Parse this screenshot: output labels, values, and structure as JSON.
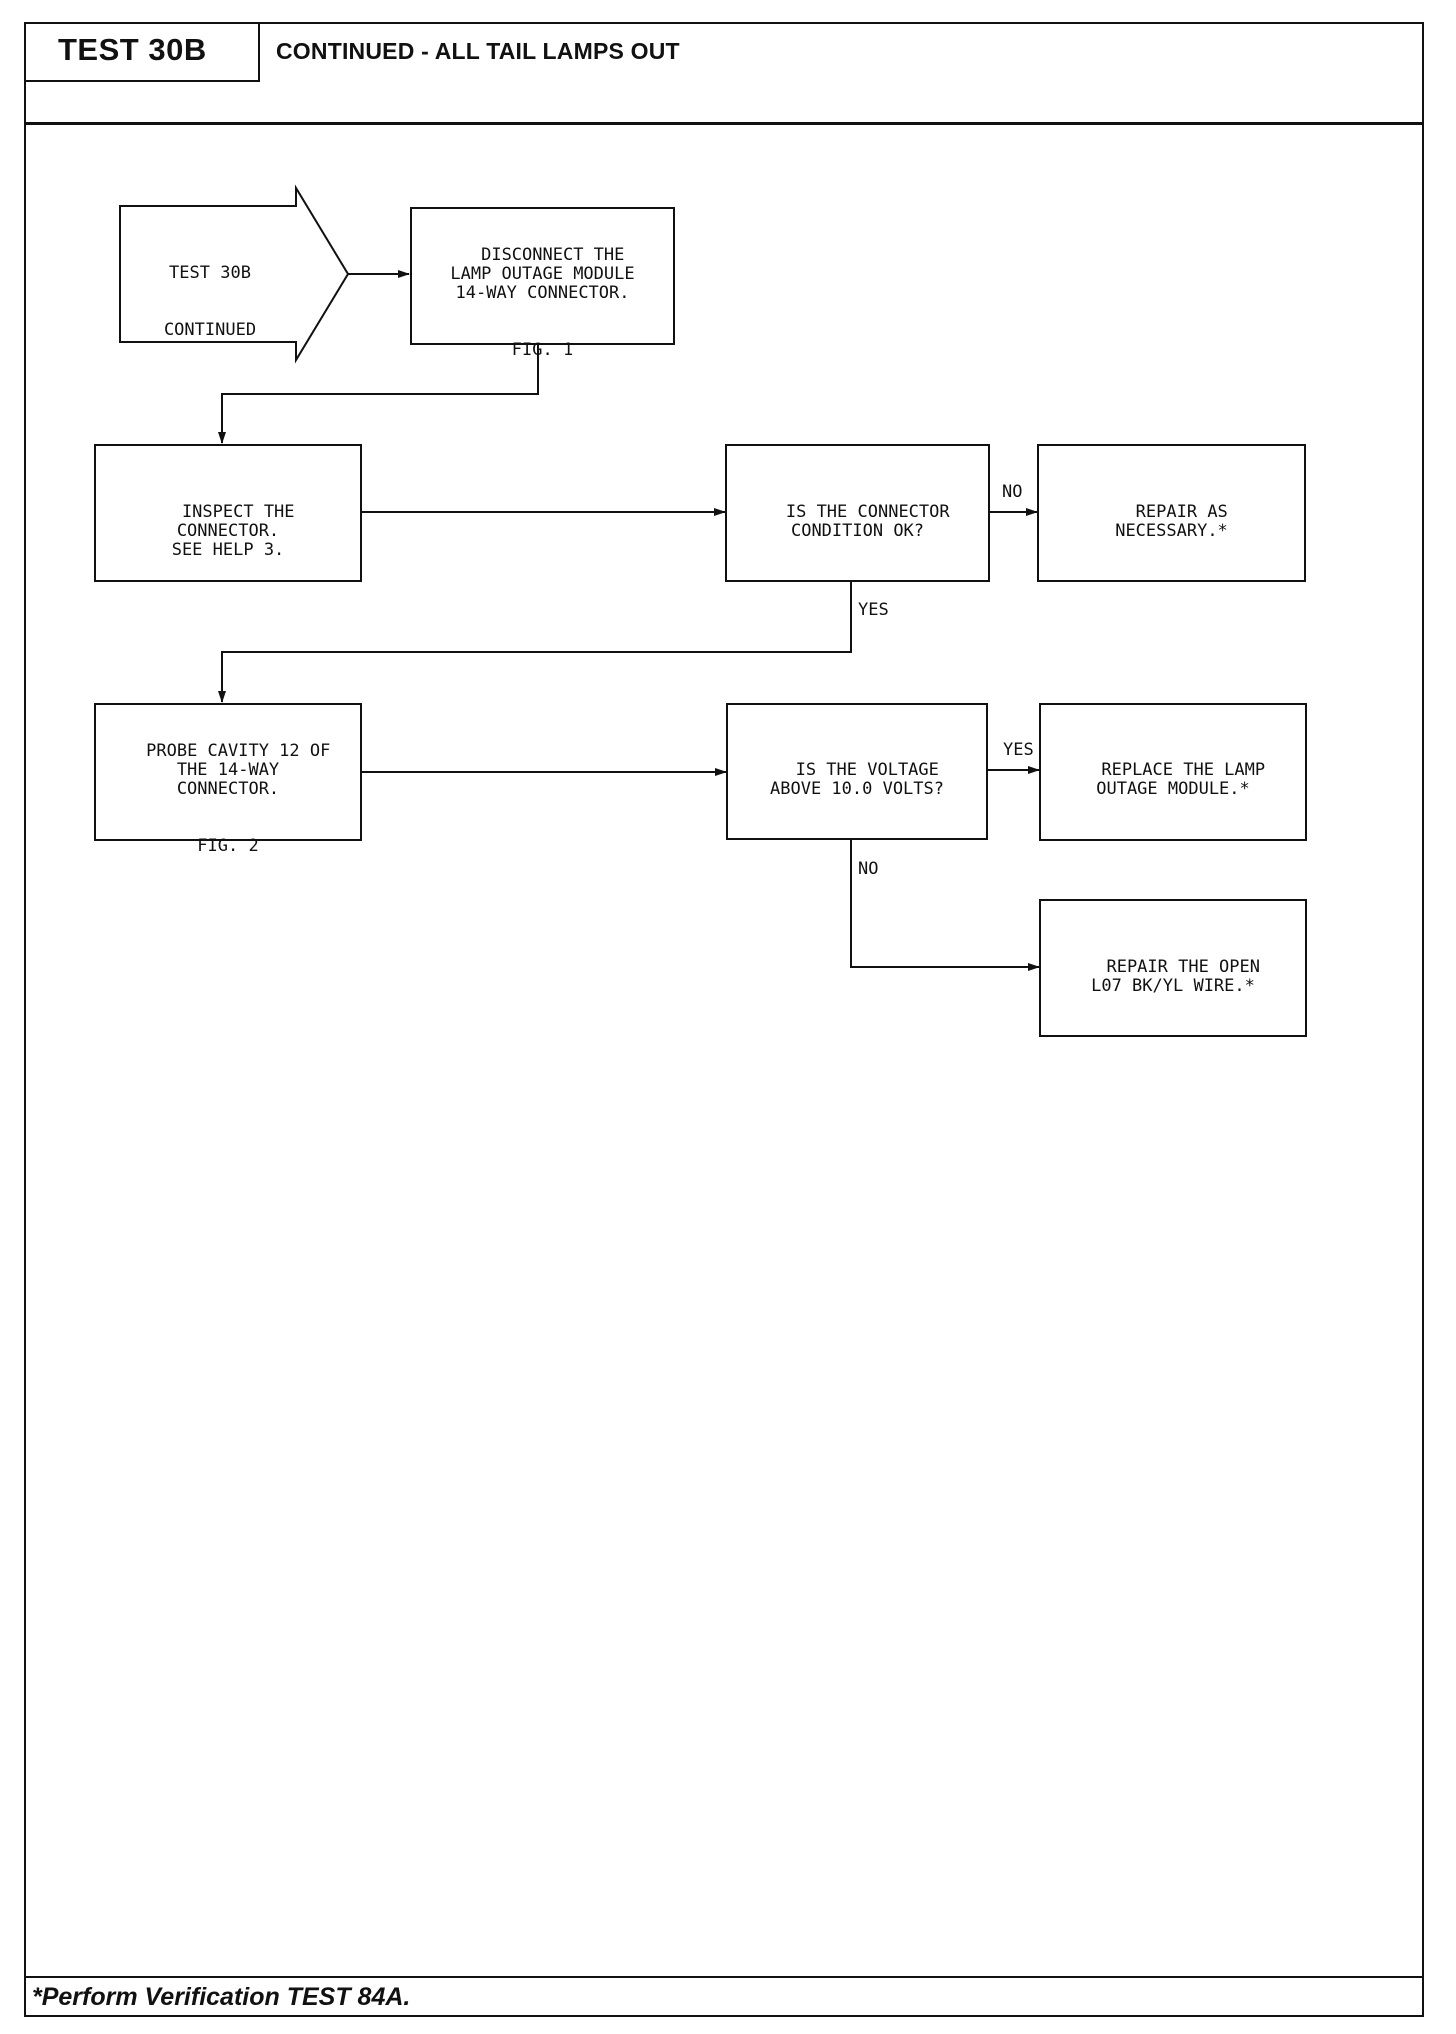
{
  "header": {
    "test_id": "TEST 30B",
    "title": "CONTINUED - ALL TAIL LAMPS OUT"
  },
  "footer": {
    "note": "*Perform Verification TEST 84A."
  },
  "flowchart": {
    "entry": {
      "line1": "TEST 30B",
      "line2": "CONTINUED"
    },
    "disconnect": {
      "text": "DISCONNECT THE\nLAMP OUTAGE MODULE\n14-WAY CONNECTOR.",
      "fig": "FIG. 1"
    },
    "inspect": {
      "text": "INSPECT THE\nCONNECTOR.\nSEE HELP 3."
    },
    "connector_ok": {
      "text": "IS THE CONNECTOR\nCONDITION OK?"
    },
    "repair_necessary": {
      "text": "REPAIR AS\nNECESSARY.*"
    },
    "probe": {
      "text": "PROBE CAVITY 12 OF\nTHE 14-WAY\nCONNECTOR.",
      "fig": "FIG. 2"
    },
    "voltage_check": {
      "text": "IS THE VOLTAGE\nABOVE 10.0 VOLTS?"
    },
    "replace_module": {
      "text": "REPLACE THE LAMP\nOUTAGE MODULE.*"
    },
    "repair_wire": {
      "text": "REPAIR THE OPEN\nL07 BK/YL WIRE.*"
    },
    "labels": {
      "no_1": "NO",
      "yes_1": "YES",
      "yes_2": "YES",
      "no_2": "NO"
    }
  },
  "colors": {
    "ink": "#111111",
    "paper": "#ffffff"
  }
}
